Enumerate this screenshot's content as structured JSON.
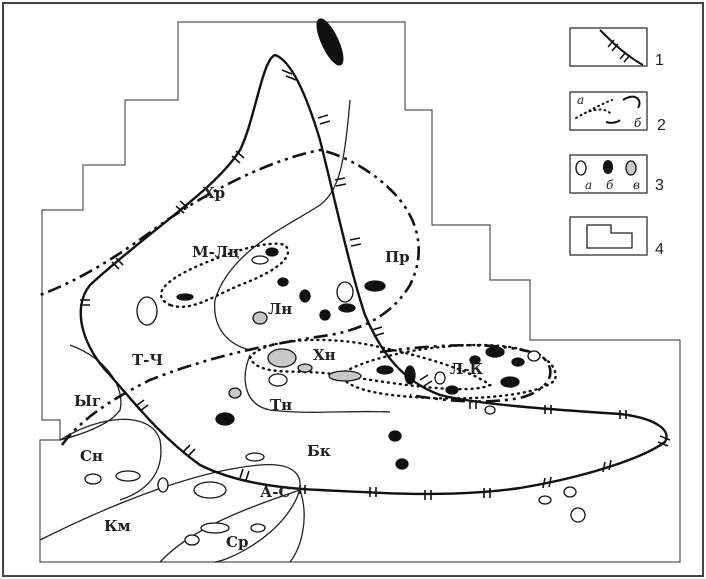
{
  "map": {
    "region_labels": {
      "hr": "Хр",
      "m_l": "М-Лц",
      "pr": "Пр",
      "ln": "Лн",
      "t_ch": "Т-Ч",
      "hn": "Хн",
      "l_k": "Л-К",
      "yg": "Ыг",
      "tn": "Тн",
      "sn": "Сн",
      "bk": "Бк",
      "a_s": "А-С",
      "km": "Км",
      "sr": "Ср"
    }
  },
  "legend": {
    "items": [
      {
        "number": "1"
      },
      {
        "number": "2",
        "sub_a": "а",
        "sub_b": "б"
      },
      {
        "number": "3",
        "sub_a": "а",
        "sub_b": "б",
        "sub_c": "в"
      },
      {
        "number": "4"
      }
    ]
  },
  "colors": {
    "line": "#1a1a1a",
    "grey_fill": "#c8c8c8",
    "black_fill": "#1a1a1a"
  }
}
